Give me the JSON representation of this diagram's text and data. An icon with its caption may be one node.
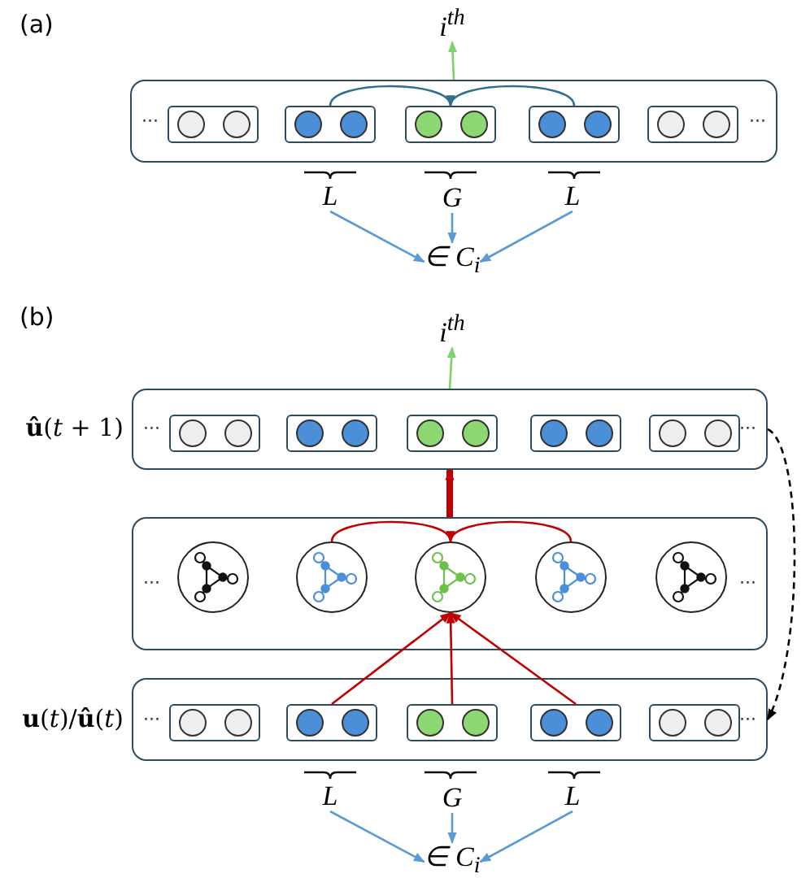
{
  "diagram": {
    "nodes": [
      {
        "text": [
          "···",
          "···"
        ]
      },
      {
        "text": [],
        "shape": "box",
        "in": 0
      },
      {
        "text": [],
        "shape": "box",
        "in": 0
      },
      {
        "text": [],
        "shape": "box",
        "in": 0
      },
      {
        "text": [],
        "shape": "box",
        "in": 0
      },
      {
        "text": [],
        "shape": "box",
        "in": 0
      },
      {
        "text": [
          "i$^{th}$"
        ]
      },
      {
        "text": [
          "L"
        ]
      },
      {
        "text": [
          "G"
        ]
      },
      {
        "text": [
          "L"
        ]
      },
      {
        "text": [
          "∈ C$_{i}$"
        ]
      },
      {
        "text": [
          "i$^{th}$"
        ]
      },
      {
        "text": [
          "···",
          "···"
        ],
        "beside": [
          "**û**(*t* + 1)"
        ]
      },
      {
        "text": [],
        "shape": "box",
        "in": 12
      },
      {
        "text": [],
        "shape": "box",
        "in": 12
      },
      {
        "text": [],
        "shape": "box",
        "in": 12
      },
      {
        "text": [],
        "shape": "box",
        "in": 12
      },
      {
        "text": [],
        "shape": "box",
        "in": 12
      },
      {
        "text": [
          "···",
          "···"
        ]
      },
      {
        "text": [],
        "shape": "circle",
        "in": 18
      },
      {
        "text": [],
        "shape": "circle",
        "in": 18
      },
      {
        "text": [],
        "shape": "circle",
        "in": 18
      },
      {
        "text": [],
        "shape": "circle",
        "in": 18
      },
      {
        "text": [],
        "shape": "circle",
        "in": 18
      },
      {
        "text": [
          "···",
          "···"
        ],
        "beside": [
          "**u**(*t*)/**û**(*t*)"
        ]
      },
      {
        "text": [],
        "shape": "box",
        "in": 24
      },
      {
        "text": [],
        "shape": "box",
        "in": 24
      },
      {
        "text": [],
        "shape": "box",
        "in": 24
      },
      {
        "text": [],
        "shape": "box",
        "in": 24
      },
      {
        "text": [],
        "shape": "box",
        "in": 24
      },
      {
        "text": [
          "L"
        ]
      },
      {
        "text": [
          "G"
        ]
      },
      {
        "text": [
          "L"
        ]
      },
      {
        "text": [
          "∈ C$_{i}$"
        ]
      }
    ],
    "edges": [
      {
        "from": 2,
        "to": 3,
        "arrow": "to",
        "color": "#2e6f8e"
      },
      {
        "from": 4,
        "to": 3,
        "arrow": "to",
        "color": "#2e6f8e"
      },
      {
        "from": 0,
        "to": 6,
        "arrow": "to",
        "color": "#7fd36b"
      },
      {
        "from": 7,
        "to": 10,
        "arrow": "to",
        "color": "#5b9bd5"
      },
      {
        "from": 8,
        "to": 10,
        "arrow": "to",
        "color": "#5b9bd5"
      },
      {
        "from": 9,
        "to": 10,
        "arrow": "to",
        "color": "#5b9bd5"
      },
      {
        "from": 12,
        "to": 11,
        "arrow": "to",
        "color": "#7fd36b"
      },
      {
        "from": 18,
        "to": 12,
        "arrow": "to",
        "style": "thick",
        "color": "#c00000"
      },
      {
        "from": 20,
        "to": 21,
        "arrow": "to",
        "color": "#c00000"
      },
      {
        "from": 22,
        "to": 21,
        "arrow": "to",
        "color": "#c00000"
      },
      {
        "from": 26,
        "to": 21,
        "arrow": "to",
        "color": "#c00000"
      },
      {
        "from": 27,
        "to": 21,
        "arrow": "to",
        "color": "#c00000"
      },
      {
        "from": 28,
        "to": 21,
        "arrow": "to",
        "color": "#c00000"
      },
      {
        "from": 12,
        "to": 24,
        "arrow": "to",
        "style": "dashed",
        "color": "#000000"
      },
      {
        "from": 30,
        "to": 33,
        "arrow": "to",
        "color": "#5b9bd5"
      },
      {
        "from": 31,
        "to": 33,
        "arrow": "to",
        "color": "#5b9bd5"
      },
      {
        "from": 32,
        "to": 33,
        "arrow": "to",
        "color": "#5b9bd5"
      }
    ],
    "labels": [
      "(a)",
      "(b)"
    ]
  }
}
